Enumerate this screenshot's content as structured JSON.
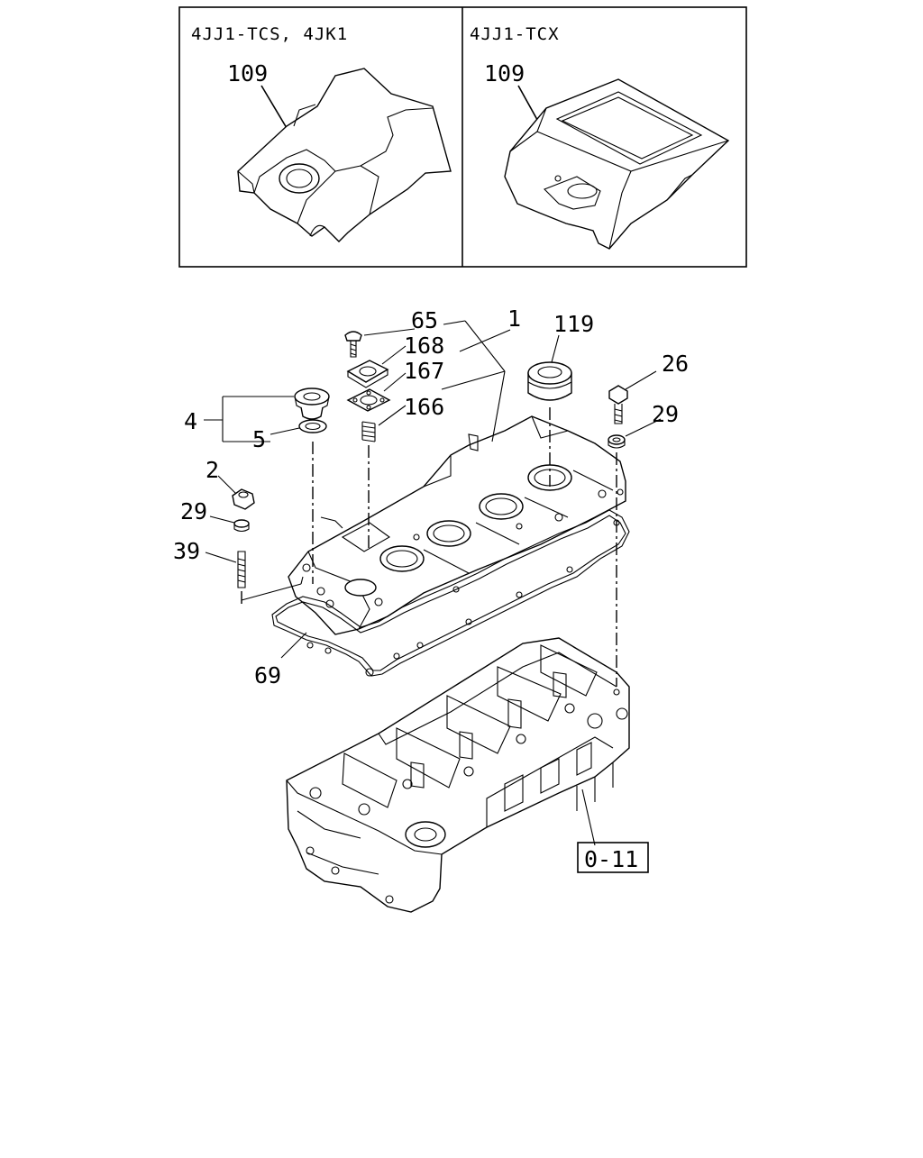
{
  "inset_left": {
    "title": "4JJ1-TCS, 4JK1",
    "callout": "109"
  },
  "inset_right": {
    "title": "4JJ1-TCX",
    "callout": "109"
  },
  "callouts": {
    "c65": "65",
    "c1": "1",
    "c119": "119",
    "c168": "168",
    "c167": "167",
    "c166": "166",
    "c26": "26",
    "c29_right": "29",
    "c4": "4",
    "c5": "5",
    "c2": "2",
    "c29_left": "29",
    "c39": "39",
    "c69": "69"
  },
  "reference_box": "0-11"
}
